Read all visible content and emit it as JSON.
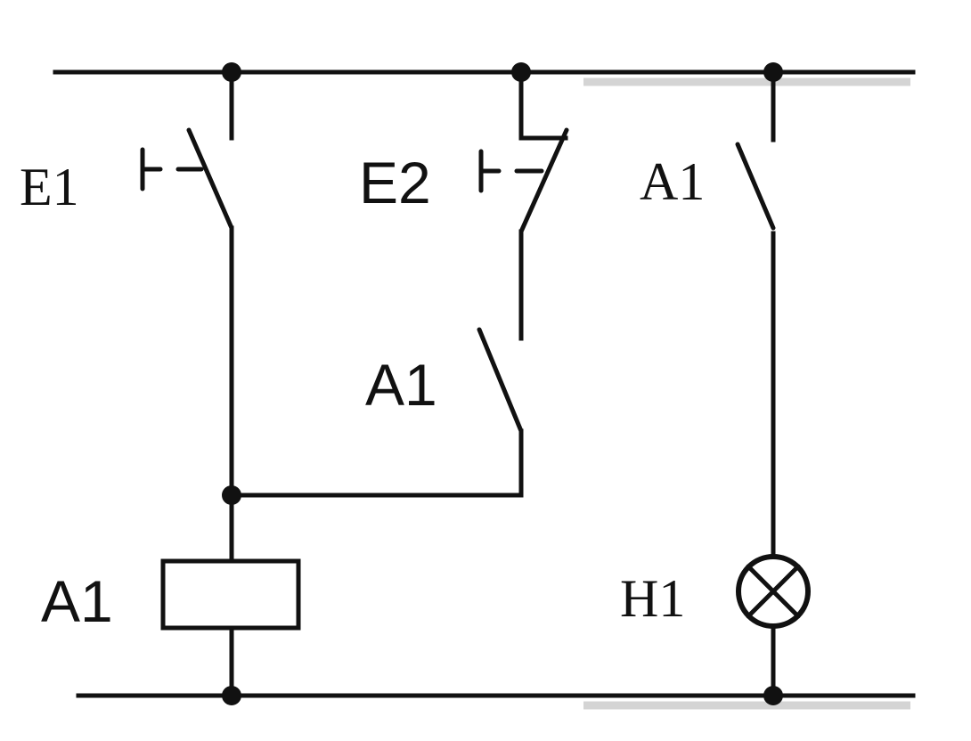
{
  "labels": {
    "e1": "E1",
    "e2": "E2",
    "a1_contact_right": "A1",
    "a1_contact_mid": "A1",
    "a1_coil": "A1",
    "h1": "H1"
  },
  "colors": {
    "line": "#111111",
    "shadow": "#d4d4d4",
    "background": "#ffffff"
  }
}
